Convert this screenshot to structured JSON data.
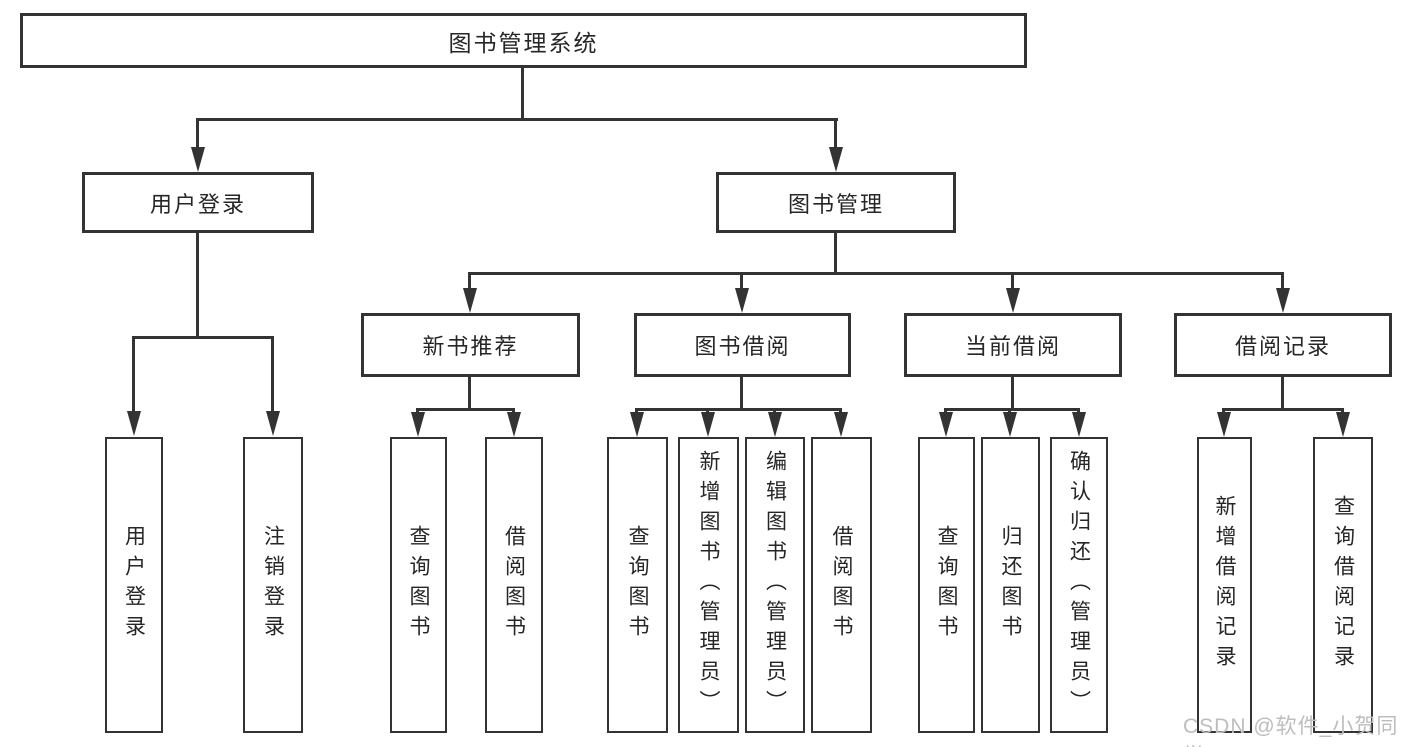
{
  "diagram": {
    "title": "图书管理系统",
    "type": "hierarchy-tree",
    "colors": {
      "line": "#333333",
      "text": "#262626",
      "background": "#ffffff",
      "watermark_text": "#bdbdbd"
    },
    "nodes": {
      "root": "图书管理系统",
      "user_login": "用户登录",
      "book_mgmt": "图书管理",
      "new_books": "新书推荐",
      "book_borrow": "图书借阅",
      "current_borrow": "当前借阅",
      "borrow_records": "借阅记录",
      "leaf_user_login": "用户登录",
      "leaf_logout": "注销登录",
      "nb_query_books": "查询图书",
      "nb_borrow_books": "借阅图书",
      "bb_query_books": "查询图书",
      "bb_add_books": "新增图书（管理员）",
      "bb_edit_books": "编辑图书（管理员）",
      "bb_borrow_books": "借阅图书",
      "cb_query_books": "查询图书",
      "cb_return_books": "归还图书",
      "cb_confirm_return": "确认归还（管理员）",
      "br_add_record": "新增借阅记录",
      "br_query_record": "查询借阅记录"
    },
    "edges": [
      [
        "图书管理系统",
        "用户登录"
      ],
      [
        "图书管理系统",
        "图书管理"
      ],
      [
        "用户登录",
        "用户登录(叶)"
      ],
      [
        "用户登录",
        "注销登录"
      ],
      [
        "图书管理",
        "新书推荐"
      ],
      [
        "图书管理",
        "图书借阅"
      ],
      [
        "图书管理",
        "当前借阅"
      ],
      [
        "图书管理",
        "借阅记录"
      ],
      [
        "新书推荐",
        "查询图书"
      ],
      [
        "新书推荐",
        "借阅图书"
      ],
      [
        "图书借阅",
        "查询图书"
      ],
      [
        "图书借阅",
        "新增图书（管理员）"
      ],
      [
        "图书借阅",
        "编辑图书（管理员）"
      ],
      [
        "图书借阅",
        "借阅图书"
      ],
      [
        "当前借阅",
        "查询图书"
      ],
      [
        "当前借阅",
        "归还图书"
      ],
      [
        "当前借阅",
        "确认归还（管理员）"
      ],
      [
        "借阅记录",
        "新增借阅记录"
      ],
      [
        "借阅记录",
        "查询借阅记录"
      ]
    ]
  },
  "watermark": "CSDN @软件_小贺同学"
}
